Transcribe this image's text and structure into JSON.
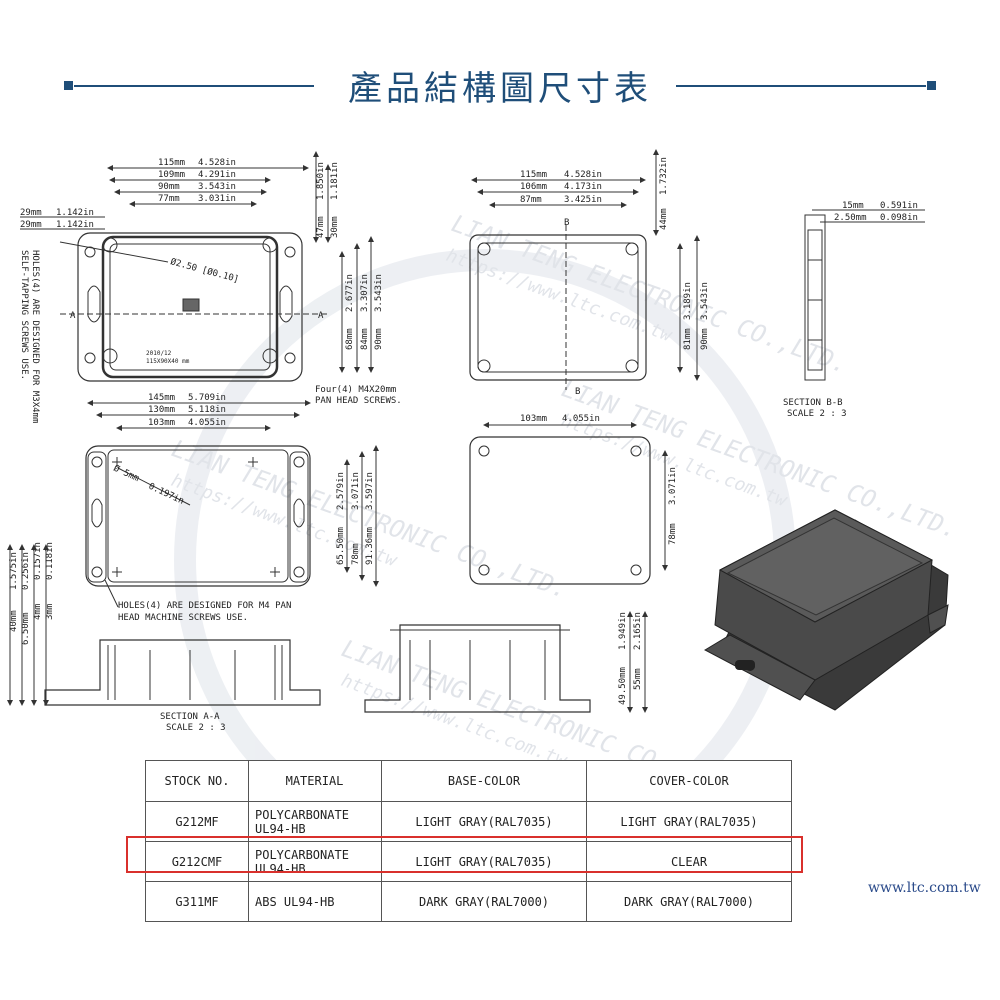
{
  "header": {
    "title": "產品結構圖尺寸表"
  },
  "colors": {
    "accent": "#1f4e79",
    "highlight": "#d9302c",
    "line": "#333333",
    "watermark": "#c9ced8"
  },
  "watermark": {
    "company_name": "LIAN TENG ELECTRONIC CO.,LTD.",
    "url": "https://www.ltc.com.tw"
  },
  "top_view": {
    "dims": {
      "w1": "115mm",
      "w1_in": "4.528in",
      "w2": "109mm",
      "w2_in": "4.291in",
      "w3": "90mm",
      "w3_in": "3.543in",
      "w4": "77mm",
      "w4_in": "3.031in",
      "side1": "29mm",
      "side1_in": "1.142in",
      "side2": "29mm",
      "side2_in": "1.142in",
      "h1": "47mm",
      "h1_in": "1.850in",
      "h2": "30mm",
      "h2_in": "1.181in",
      "r1": "68mm",
      "r1_in": "2.677in",
      "r2": "84mm",
      "r2_in": "3.307in",
      "r3": "90mm",
      "r3_in": "3.543in"
    },
    "hole_dia": "Ø2.50 [Ø0.10]",
    "section_mark": "A",
    "emboss_line1": "2010/12",
    "emboss_line2": "115X90X40 mm",
    "note_holes_line1": "HOLES(4) ARE DESIGNED FOR M3X4mm",
    "note_holes_line2": "SELF-TAPPING SCREWS USE.",
    "note_screws_line1": "Four(4) M4X20mm",
    "note_screws_line2": "PAN HEAD SCREWS."
  },
  "cover_view": {
    "dims": {
      "w1": "115mm",
      "w1_in": "4.528in",
      "w2": "106mm",
      "w2_in": "4.173in",
      "w3": "87mm",
      "w3_in": "3.425in",
      "h1": "44mm",
      "h1_in": "1.732in",
      "r1": "81mm",
      "r1_in": "3.189in",
      "r2": "90mm",
      "r2_in": "3.543in"
    },
    "section_mark": "B"
  },
  "section_bb": {
    "d1": "15mm",
    "d1_in": "0.591in",
    "d2": "2.50mm",
    "d2_in": "0.098in",
    "title": "SECTION B-B",
    "scale": "SCALE 2 : 3"
  },
  "bottom_view": {
    "dims": {
      "w1": "145mm",
      "w1_in": "5.709in",
      "w2": "130mm",
      "w2_in": "5.118in",
      "w3": "103mm",
      "w3_in": "4.055in",
      "hole": "Ø 5mm",
      "hole_in": "0.197in",
      "r1": "65.50mm",
      "r1_in": "2.579in",
      "r2": "78mm",
      "r2_in": "3.071in",
      "r3": "91.36mm",
      "r3_in": "3.597in"
    },
    "note_line1": "HOLES(4) ARE DESIGNED FOR M4 PAN",
    "note_line2": "HEAD MACHINE SCREWS USE."
  },
  "base_view": {
    "dims": {
      "w1": "103mm",
      "w1_in": "4.055in",
      "h1": "78mm",
      "h1_in": "3.071in"
    }
  },
  "section_aa": {
    "dims": {
      "h1": "40mm",
      "h1_in": "1.575in",
      "h2": "6.50mm",
      "h2_in": "0.256in",
      "h3": "4mm",
      "h3_in": "0.157in",
      "h4": "3mm",
      "h4_in": "0.118in"
    },
    "title": "SECTION A-A",
    "scale": "SCALE 2 : 3"
  },
  "side_section": {
    "dims": {
      "h1": "49.50mm",
      "h1_in": "1.949in",
      "h2": "55mm",
      "h2_in": "2.165in"
    }
  },
  "table": {
    "headers": [
      "STOCK NO.",
      "MATERIAL",
      "BASE-COLOR",
      "COVER-COLOR"
    ],
    "rows": [
      {
        "stock": "G212MF",
        "material_1": "POLYCARBONATE",
        "material_2": "UL94-HB",
        "base": "LIGHT GRAY(RAL7035)",
        "cover": "LIGHT GRAY(RAL7035)"
      },
      {
        "stock": "G212CMF",
        "material_1": "POLYCARBONATE",
        "material_2": "UL94-HB",
        "base": "LIGHT GRAY(RAL7035)",
        "cover": "CLEAR"
      },
      {
        "stock": "G311MF",
        "material_1": "ABS UL94-HB",
        "material_2": "",
        "base": "DARK GRAY(RAL7000)",
        "cover": "DARK GRAY(RAL7000)"
      }
    ]
  },
  "footer": {
    "site": "www.ltc.com.tw"
  }
}
